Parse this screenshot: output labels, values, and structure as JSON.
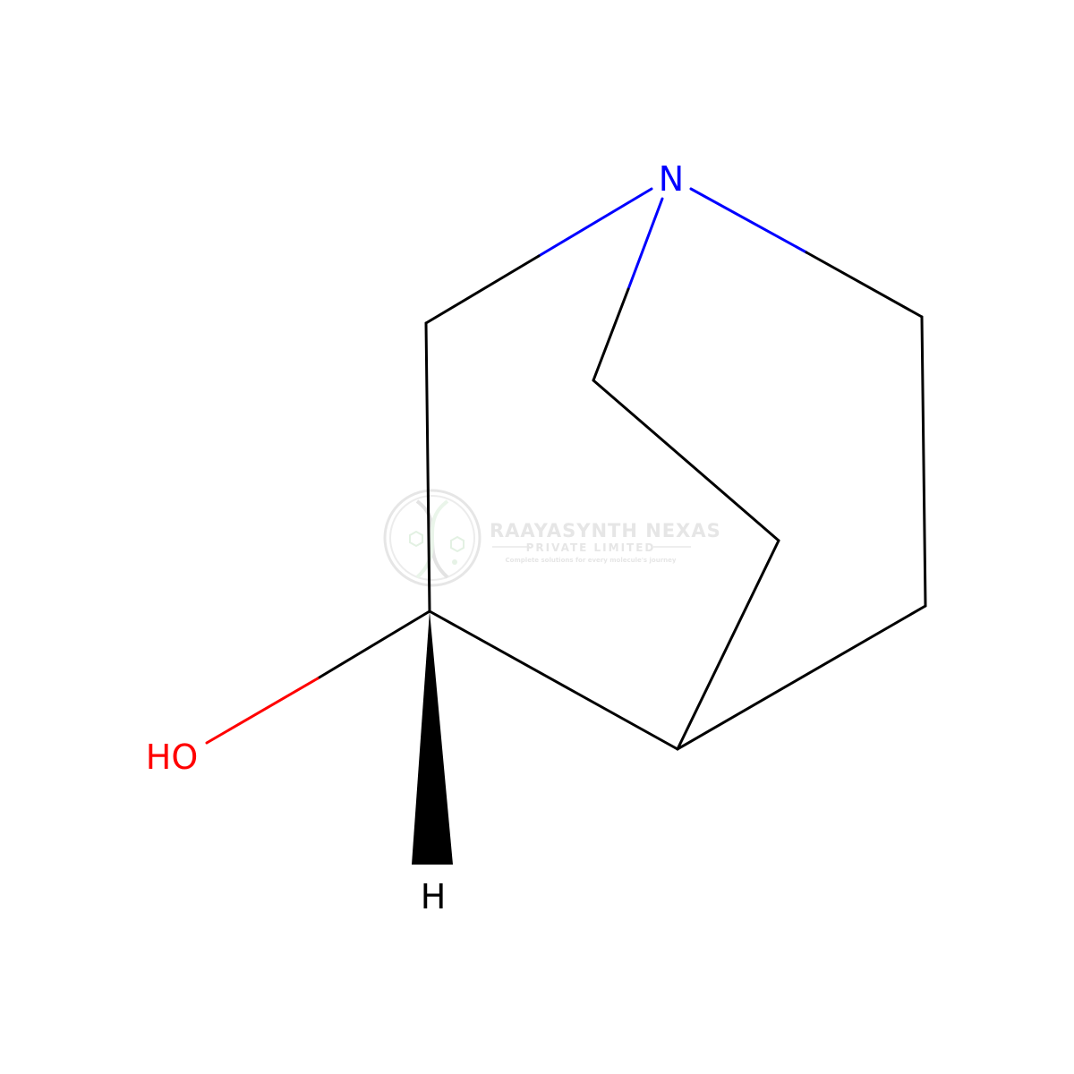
{
  "molecule": {
    "atoms": {
      "nitrogen": {
        "label": "N",
        "color": "#0000ff"
      },
      "hydroxyl": {
        "label": "HO",
        "color": "#ff0000"
      },
      "hydrogen": {
        "label": "H",
        "color": "#000000"
      }
    },
    "colors": {
      "bond": "#000000",
      "nitrogen": "#0000ff",
      "oxygen": "#ff0000"
    }
  },
  "watermark": {
    "company": "RAAYASYNTH NEXAS",
    "subtitle": "PRIVATE LIMITED",
    "tagline": "Complete solutions for every molecule's journey",
    "color": "#e6e6e6",
    "logo_icon": "dna-helix-icon"
  }
}
